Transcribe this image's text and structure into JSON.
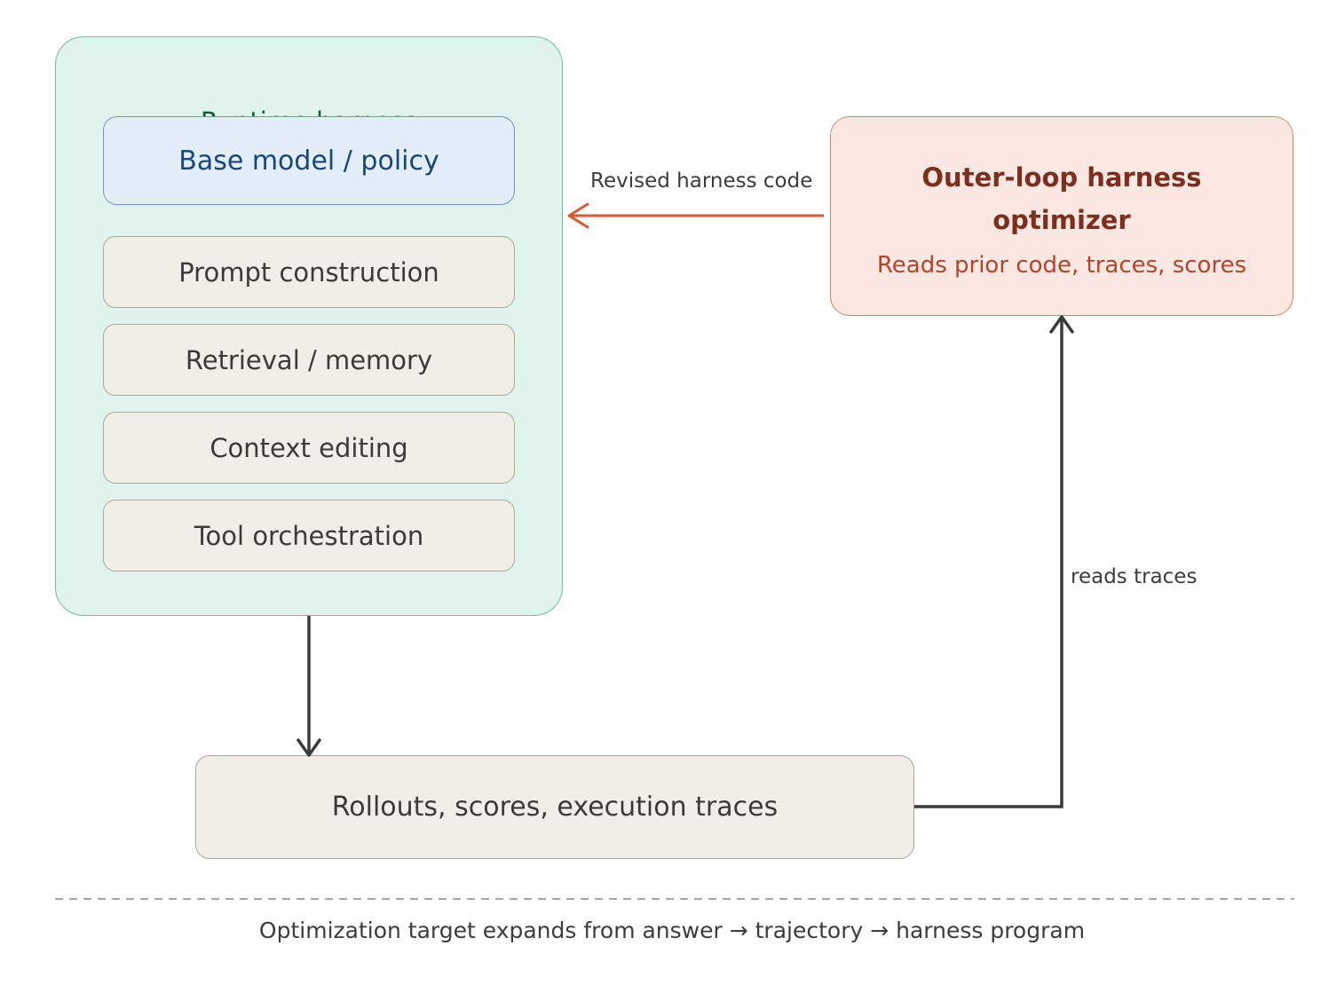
{
  "runtime_harness": {
    "title": "Runtime harness",
    "base_model": "Base model / policy",
    "modules": [
      "Prompt construction",
      "Retrieval / memory",
      "Context editing",
      "Tool orchestration"
    ]
  },
  "outer_loop": {
    "title_line1": "Outer-loop harness",
    "title_line2": "optimizer",
    "subtitle": "Reads prior code, traces, scores"
  },
  "rollouts": {
    "label": "Rollouts, scores, execution traces"
  },
  "edges": {
    "revised": "Revised harness code",
    "reads": "reads traces"
  },
  "footer": {
    "text": "Optimization target expands from answer → trajectory → harness program"
  },
  "colors": {
    "harness_fill": "#e0f3ec",
    "harness_border": "#6fbfa1",
    "base_model_fill": "#e3eef9",
    "optimizer_fill": "#fbe8e2",
    "optimizer_arrow": "#d95a32",
    "neutral_arrow": "#3a3a3a"
  }
}
